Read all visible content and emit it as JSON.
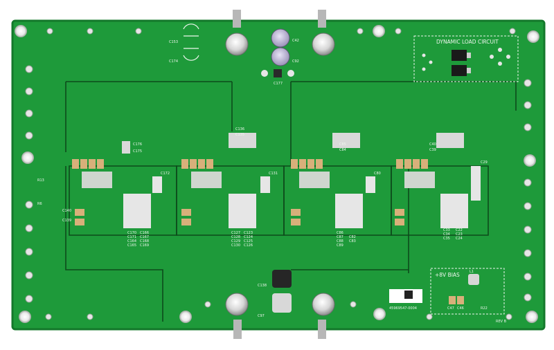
{
  "board": {
    "colors": {
      "mask": "#1e9a3a",
      "mask_dark": "#14782b",
      "silkscreen": "#eef6ee",
      "pad": "#c9cfc9",
      "cap_tan": "#d8b07a",
      "trace": "#0d4a1b"
    },
    "labels": {
      "dynamic_load": "DYNAMIC LOAD CIRCUIT",
      "bias": "+8V BIAS",
      "serial": "45969547-0004",
      "rev": "REV B"
    },
    "refdes": {
      "c153": "C153",
      "c174": "C174",
      "c42": "C42",
      "c92": "C92",
      "c177": "C177",
      "c97": "C97",
      "c138": "C138",
      "r13": "R13",
      "r6": "R6",
      "c140": "C140",
      "c139": "C139",
      "c176": "C176",
      "c175": "C175",
      "c136": "C136",
      "c135": "C135",
      "c85": "C85",
      "c84": "C84",
      "c40": "C40",
      "c39": "C39",
      "c172": "C172",
      "c131": "C131",
      "c80": "C80",
      "c29": "C29",
      "c170": "C170",
      "c171": "C171",
      "c164": "C164",
      "c165": "C165",
      "c166": "C166",
      "c167": "C167",
      "c168": "C168",
      "c169": "C169",
      "c127": "C127",
      "c128": "C128",
      "c129": "C129",
      "c130": "C130",
      "c123": "C123",
      "c124": "C124",
      "c125": "C125",
      "c126": "C126",
      "c86": "C86",
      "c87": "C87",
      "c88": "C88",
      "c89": "C89",
      "c82": "C82",
      "c83": "C83",
      "c33": "C33",
      "c34": "C34",
      "c35": "C35",
      "c22": "C22",
      "c23": "C23",
      "c24": "C24",
      "c47": "C47",
      "c46": "C46",
      "l1": "L1",
      "r22": "R22"
    }
  }
}
